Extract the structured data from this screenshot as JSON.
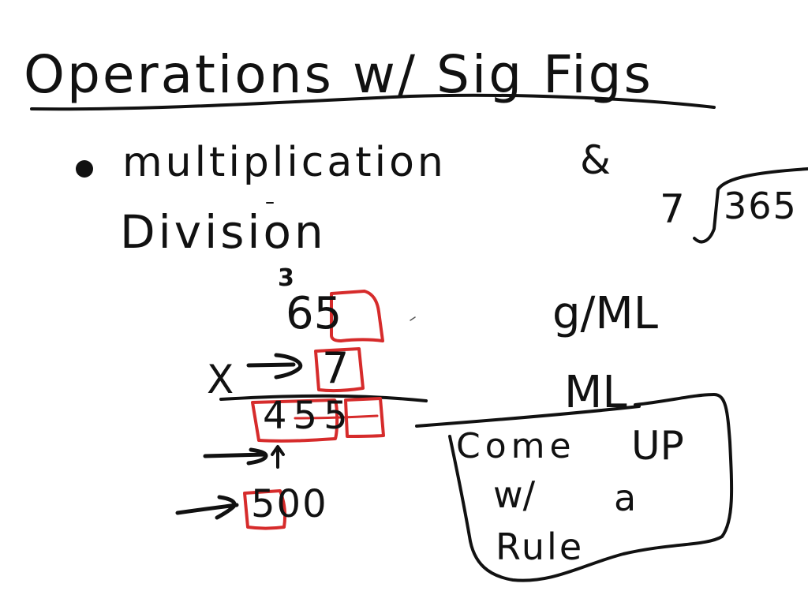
{
  "colors": {
    "background": "#ffffff",
    "ink": "#111111",
    "highlight": "#d62b2b"
  },
  "title": {
    "text": "Operations w/ Sig Figs"
  },
  "topic": {
    "bullet_icon": "filled-circle-bullet",
    "line1": "multiplication",
    "connector": "&",
    "line2": "Division"
  },
  "long_division_example": {
    "divisor": "7",
    "dividend": "365"
  },
  "multiplication_example": {
    "carry": "3",
    "factor1": "65",
    "operator": "X",
    "factor2": "7",
    "product": "455",
    "rounded_result": "500",
    "highlighted_digits": [
      "5 (in 65)",
      "7",
      "45 (in 455)",
      "5 (last of 455)",
      "5 (in 500)"
    ]
  },
  "units": {
    "numerator": "g/ML",
    "denominator": "ML"
  },
  "rule_box": {
    "line1_left": "Come",
    "line1_right": "UP",
    "line2_left": "w/",
    "line2_right": "a",
    "line3": "Rule"
  }
}
